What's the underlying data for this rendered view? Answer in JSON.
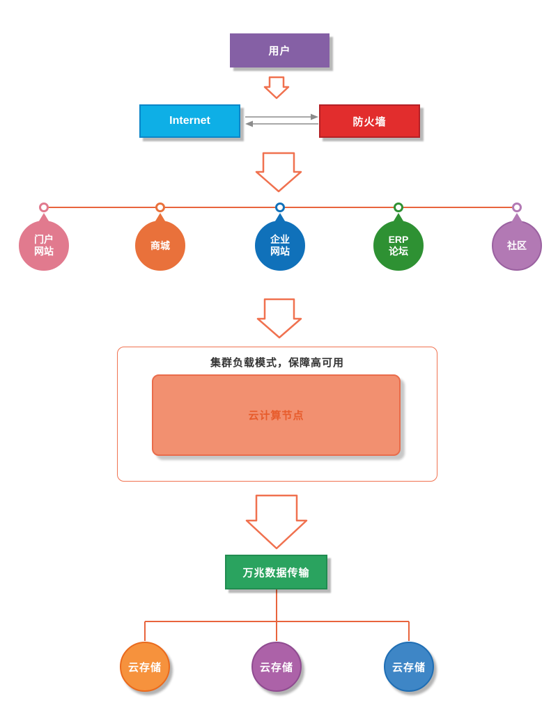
{
  "palette": {
    "arrow_outline": "#F0714F",
    "connector_line": "#E8643C",
    "link_arrow_gray": "#8C8C8C",
    "background": "#FFFFFF"
  },
  "flow": {
    "user": {
      "label": "用户",
      "fill": "#8560A5",
      "border": "#8560A5",
      "text_color": "#FFFFFF"
    },
    "internet": {
      "label": "Internet",
      "fill": "#0EAFE6",
      "border": "#0B86C8",
      "text_color": "#FFFFFF"
    },
    "firewall": {
      "label": "防火墙",
      "fill": "#E22D2D",
      "border": "#B52025",
      "text_color": "#FFFFFF"
    }
  },
  "timeline": {
    "items": [
      {
        "label": "门户\n网站",
        "fill": "#E17A8E",
        "border": "#E17A8E"
      },
      {
        "label": "商城",
        "fill": "#E9713B",
        "border": "#E9713B"
      },
      {
        "label": "企业\n网站",
        "fill": "#1071BA",
        "border": "#1071BA"
      },
      {
        "label": "ERP\n论坛",
        "fill": "#2E9133",
        "border": "#2E9133"
      },
      {
        "label": "社区",
        "fill": "#B279B4",
        "border": "#9A61A0"
      }
    ]
  },
  "cluster": {
    "title": "集群负载模式，保障高可用",
    "title_color": "#333333",
    "node": {
      "label": "云计算节点",
      "fill": "#F29070",
      "border": "#E96C4B",
      "text_color": "#E75B2B"
    }
  },
  "transport": {
    "label": "万兆数据传输",
    "fill": "#2AA35F",
    "border": "#218C50",
    "text_color": "#FFFFFF"
  },
  "storage": {
    "items": [
      {
        "label": "云存储",
        "fill": "#F6923D",
        "border": "#EA6A1D"
      },
      {
        "label": "云存储",
        "fill": "#AC62A8",
        "border": "#8F4B90"
      },
      {
        "label": "云存储",
        "fill": "#3E86C6",
        "border": "#1F6EB4"
      }
    ]
  }
}
